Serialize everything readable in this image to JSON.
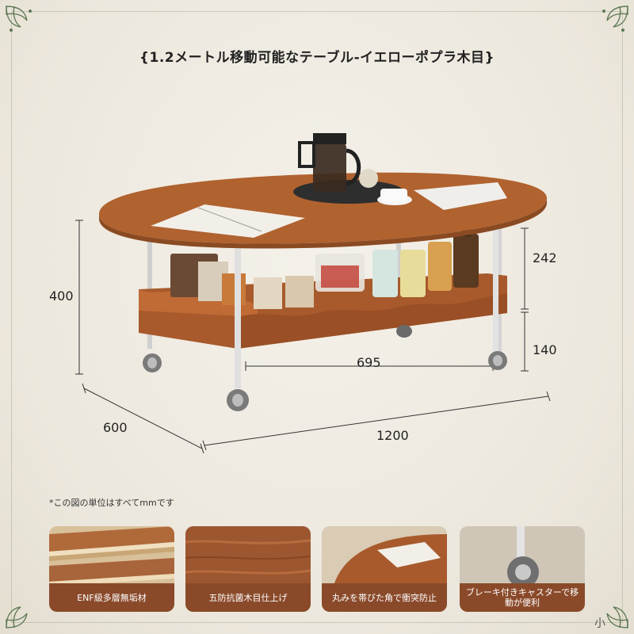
{
  "title": "{1.2メートル移動可能なテーブル-イエローポプラ木目}",
  "dimensions": {
    "height_total": "400",
    "upper_gap": "242",
    "lower_height": "140",
    "inner_length": "695",
    "depth": "600",
    "length": "1200"
  },
  "note": "*この図の単位はすべてmmです",
  "features": [
    {
      "label": "ENF級多層無垢材"
    },
    {
      "label": "五防抗菌木目仕上げ"
    },
    {
      "label": "丸みを帯びた角で衝突防止"
    },
    {
      "label": "ブレーキ付きキャスターで移動が便利"
    }
  ],
  "watermark": "小",
  "colors": {
    "accent": "#8a4a2a",
    "wood": "#b0622f",
    "ornament": "#5f7a55"
  }
}
